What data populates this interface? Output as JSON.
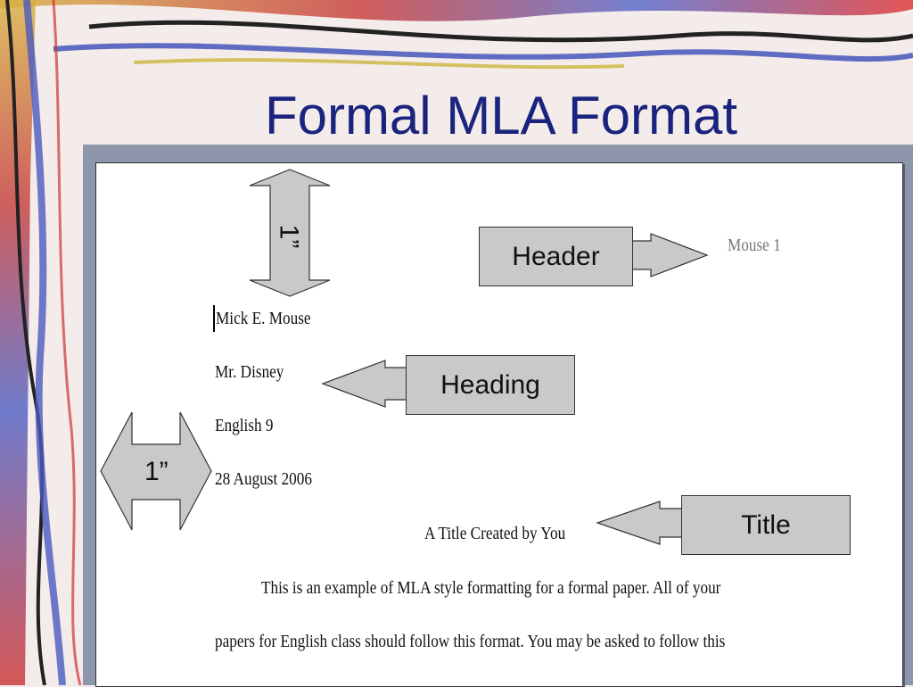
{
  "slide": {
    "title": "Formal MLA Format"
  },
  "labels": {
    "header": "Header",
    "heading": "Heading",
    "title": "Title",
    "top_margin": "1”",
    "left_margin": "1”"
  },
  "document": {
    "header_text": "Mouse 1",
    "heading_lines": [
      "Mick E. Mouse",
      "Mr. Disney",
      "English 9",
      "28 August 2006"
    ],
    "paper_title": "A Title Created by You",
    "body_lines": [
      "This is an example of MLA style formatting for a formal paper.  All of your",
      "papers for English class should follow this format.  You may be asked to follow this"
    ]
  },
  "colors": {
    "title": "#1a237e",
    "frame": "#8d96aa",
    "label_fill": "#c9c9c9"
  }
}
